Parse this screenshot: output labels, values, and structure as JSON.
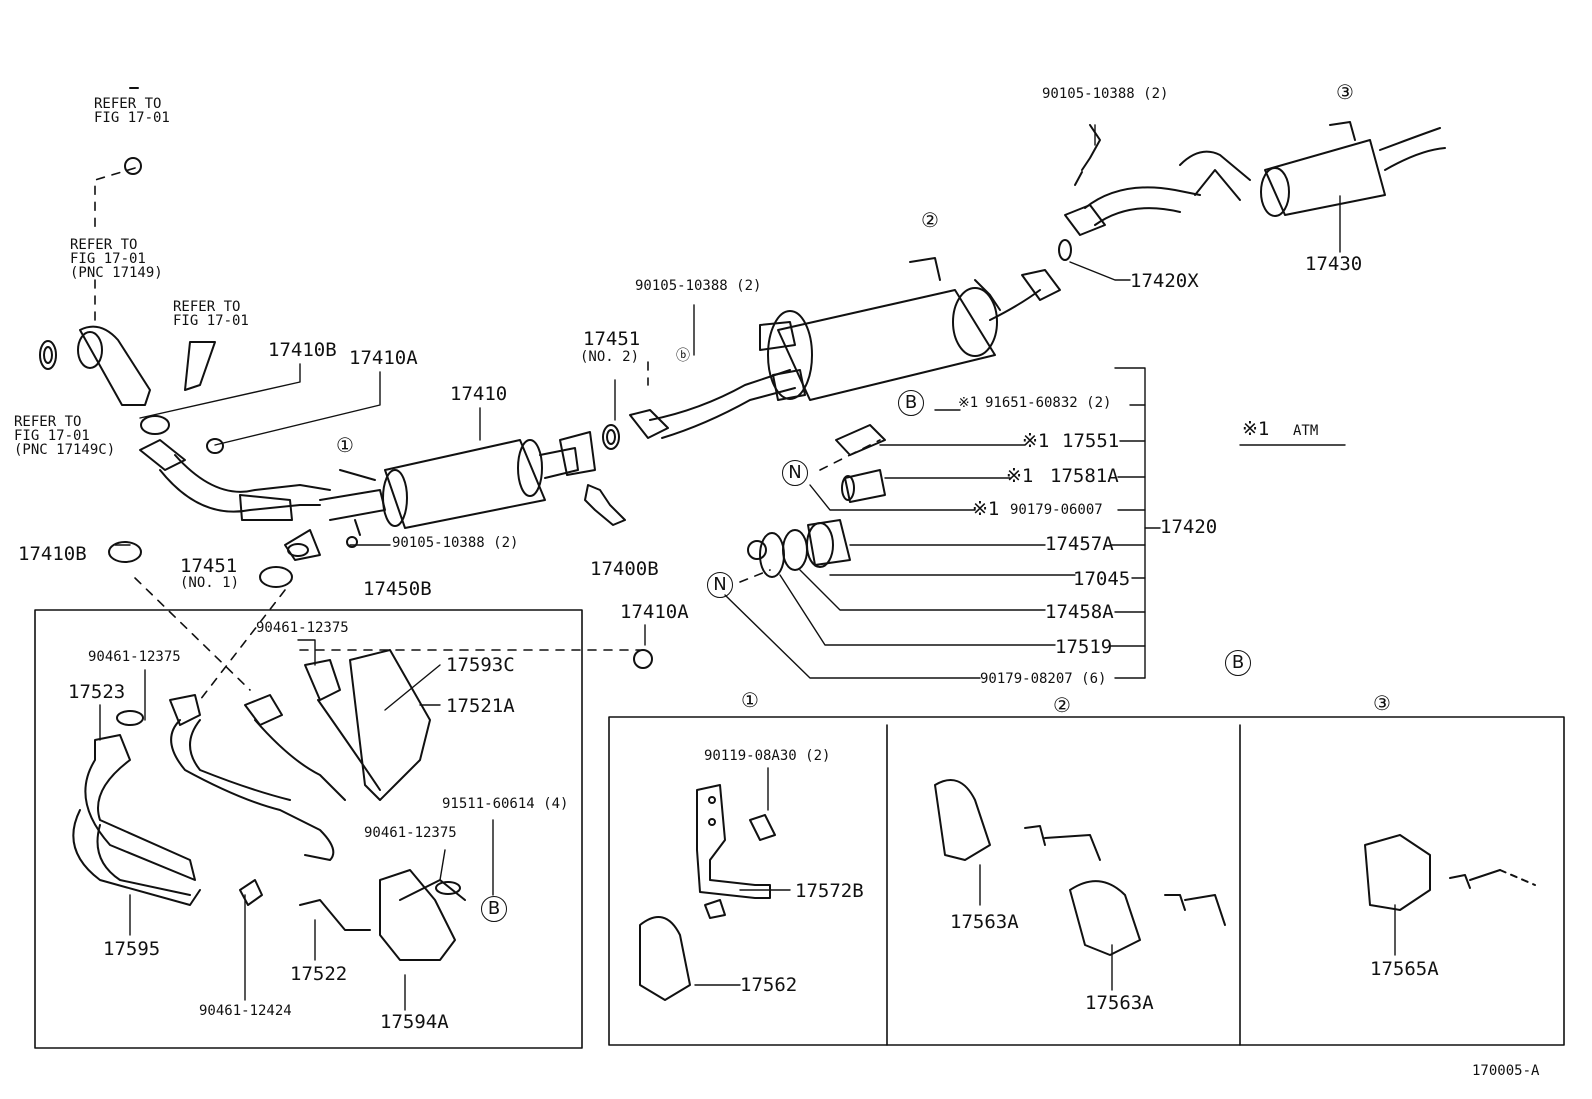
{
  "references": {
    "refer_fig_1": [
      "REFER TO",
      "FIG 17-01"
    ],
    "refer_pnc_17149": [
      "REFER TO",
      "FIG 17-01",
      "(PNC 17149)"
    ],
    "refer_fig_2": [
      "REFER TO",
      "FIG 17-01"
    ],
    "refer_pnc_17149c": [
      "REFER TO",
      "FIG 17-01",
      "(PNC 17149C)"
    ]
  },
  "parts": {
    "p17410B_top": "17410B",
    "p17410A_top": "17410A",
    "p17410": "17410",
    "p17451_no2": "17451",
    "p17451_no2_sub": "(NO. 2)",
    "p90105_mid": "90105-10388 (2)",
    "p90105_top": "90105-10388 (2)",
    "p90105_low": "90105-10388 (2)",
    "p17430": "17430",
    "p17420x": "17420X",
    "p17400B": "17400B",
    "p17410B_left": "17410B",
    "p17451_no1": "17451",
    "p17451_no1_sub": "(NO. 1)",
    "p17450B": "17450B",
    "p17410A_low": "17410A",
    "p91651": "91651-60832 (2)",
    "p17551": "17551",
    "p17581A": "17581A",
    "p90179_06007": "90179-06007",
    "p17420": "17420",
    "p17457A": "17457A",
    "p17045": "17045",
    "p17458A": "17458A",
    "p17519": "17519",
    "p90179_08207": "90179-08207 (6)",
    "atm_note": "ATM",
    "atm_mark": "※1",
    "mark_1": "※1",
    "p90461_a": "90461-12375",
    "p90461_b": "90461-12375",
    "p90461_c": "90461-12375",
    "p90461_12424": "90461-12424",
    "p17593C": "17593C",
    "p17521A": "17521A",
    "p17523": "17523",
    "p91511": "91511-60614 (4)",
    "p17595": "17595",
    "p17522": "17522",
    "p17594A": "17594A",
    "p90119": "90119-08A30 (2)",
    "p17572B": "17572B",
    "p17562": "17562",
    "p17563A_a": "17563A",
    "p17563A_b": "17563A",
    "p17565A": "17565A"
  },
  "callouts": {
    "c1": "①",
    "c2": "②",
    "c3": "③",
    "b": "B",
    "n": "N"
  },
  "figure_id": "170005-A"
}
